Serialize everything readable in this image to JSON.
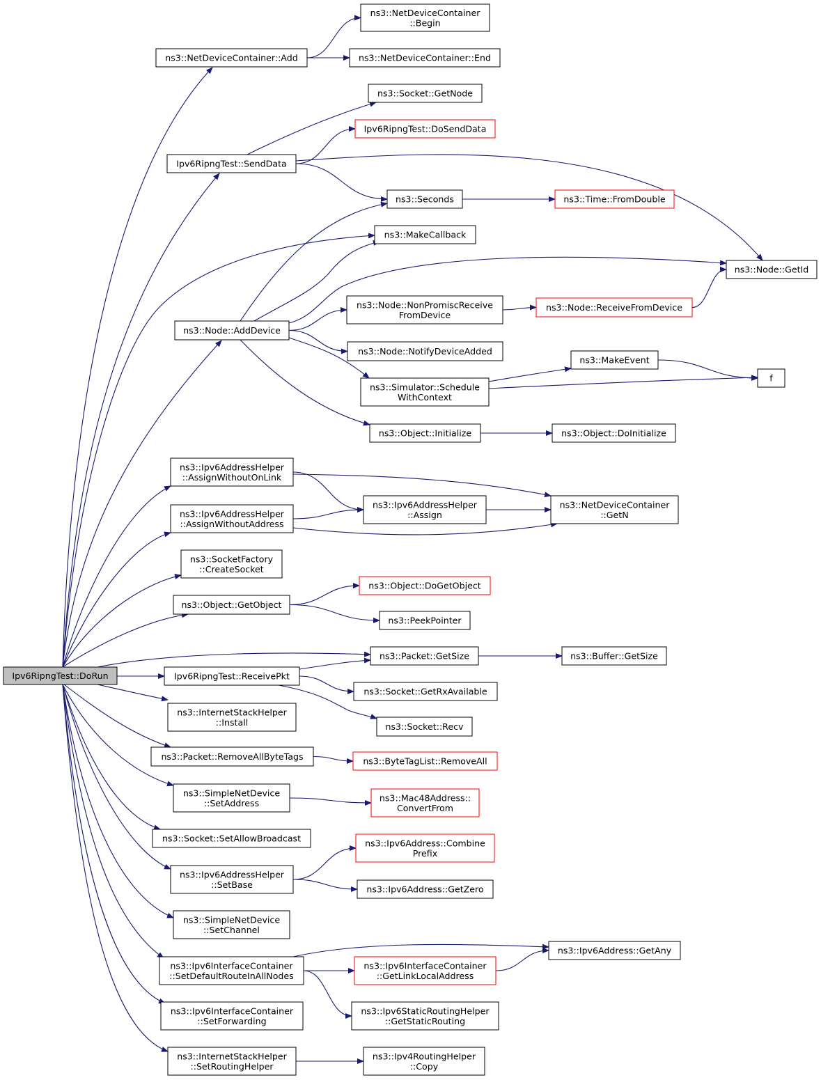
{
  "graph": {
    "root": "n0",
    "colors": {
      "edge": "#191970",
      "box": "#000000",
      "incomplete_box": "#ff0000",
      "root_fill": "#bfbfbf",
      "node_fill": "#ffffff"
    },
    "nodes": [
      {
        "id": "n0",
        "lines": [
          "Ipv6RipngTest::DoRun"
        ],
        "root": true
      },
      {
        "id": "n1",
        "lines": [
          "ns3::NetDeviceContainer::Add"
        ]
      },
      {
        "id": "n2",
        "lines": [
          "ns3::NetDeviceContainer",
          "::Begin"
        ]
      },
      {
        "id": "n3",
        "lines": [
          "ns3::NetDeviceContainer::End"
        ]
      },
      {
        "id": "n4",
        "lines": [
          "ns3::Socket::GetNode"
        ]
      },
      {
        "id": "n5",
        "lines": [
          "Ipv6RipngTest::DoSendData"
        ],
        "incomplete": true
      },
      {
        "id": "n6",
        "lines": [
          "Ipv6RipngTest::SendData"
        ]
      },
      {
        "id": "n7",
        "lines": [
          "ns3::Seconds"
        ]
      },
      {
        "id": "n8",
        "lines": [
          "ns3::Time::FromDouble"
        ],
        "incomplete": true
      },
      {
        "id": "n9",
        "lines": [
          "ns3::MakeCallback"
        ]
      },
      {
        "id": "n10",
        "lines": [
          "ns3::Node::GetId"
        ]
      },
      {
        "id": "n11",
        "lines": [
          "ns3::Node::NonPromiscReceive",
          "FromDevice"
        ]
      },
      {
        "id": "n12",
        "lines": [
          "ns3::Node::ReceiveFromDevice"
        ],
        "incomplete": true
      },
      {
        "id": "n13",
        "lines": [
          "ns3::Node::AddDevice"
        ]
      },
      {
        "id": "n14",
        "lines": [
          "ns3::Node::NotifyDeviceAdded"
        ]
      },
      {
        "id": "n15",
        "lines": [
          "ns3::MakeEvent"
        ]
      },
      {
        "id": "n16",
        "lines": [
          "f"
        ]
      },
      {
        "id": "n17",
        "lines": [
          "ns3::Simulator::Schedule",
          "WithContext"
        ]
      },
      {
        "id": "n18",
        "lines": [
          "ns3::Object::Initialize"
        ]
      },
      {
        "id": "n19",
        "lines": [
          "ns3::Object::DoInitialize"
        ]
      },
      {
        "id": "n20",
        "lines": [
          "ns3::Ipv6AddressHelper",
          "::AssignWithoutOnLink"
        ]
      },
      {
        "id": "n21",
        "lines": [
          "ns3::Ipv6AddressHelper",
          "::Assign"
        ]
      },
      {
        "id": "n22",
        "lines": [
          "ns3::NetDeviceContainer",
          "::GetN"
        ]
      },
      {
        "id": "n23",
        "lines": [
          "ns3::Ipv6AddressHelper",
          "::AssignWithoutAddress"
        ]
      },
      {
        "id": "n24",
        "lines": [
          "ns3::SocketFactory",
          "::CreateSocket"
        ]
      },
      {
        "id": "n25",
        "lines": [
          "ns3::Object::DoGetObject"
        ],
        "incomplete": true
      },
      {
        "id": "n26",
        "lines": [
          "ns3::Object::GetObject"
        ]
      },
      {
        "id": "n27",
        "lines": [
          "ns3::PeekPointer"
        ]
      },
      {
        "id": "n28",
        "lines": [
          "ns3::Packet::GetSize"
        ]
      },
      {
        "id": "n29",
        "lines": [
          "ns3::Buffer::GetSize"
        ]
      },
      {
        "id": "n30",
        "lines": [
          "Ipv6RipngTest::ReceivePkt"
        ]
      },
      {
        "id": "n31",
        "lines": [
          "ns3::Socket::GetRxAvailable"
        ]
      },
      {
        "id": "n32",
        "lines": [
          "ns3::Socket::Recv"
        ]
      },
      {
        "id": "n33",
        "lines": [
          "ns3::InternetStackHelper",
          "::Install"
        ]
      },
      {
        "id": "n34",
        "lines": [
          "ns3::Packet::RemoveAllByteTags"
        ]
      },
      {
        "id": "n35",
        "lines": [
          "ns3::ByteTagList::RemoveAll"
        ],
        "incomplete": true
      },
      {
        "id": "n36",
        "lines": [
          "ns3::SimpleNetDevice",
          "::SetAddress"
        ]
      },
      {
        "id": "n37",
        "lines": [
          "ns3::Mac48Address::",
          "ConvertFrom"
        ],
        "incomplete": true
      },
      {
        "id": "n38",
        "lines": [
          "ns3::Socket::SetAllowBroadcast"
        ]
      },
      {
        "id": "n39",
        "lines": [
          "ns3::Ipv6Address::Combine",
          "Prefix"
        ],
        "incomplete": true
      },
      {
        "id": "n40",
        "lines": [
          "ns3::Ipv6AddressHelper",
          "::SetBase"
        ]
      },
      {
        "id": "n41",
        "lines": [
          "ns3::Ipv6Address::GetZero"
        ]
      },
      {
        "id": "n42",
        "lines": [
          "ns3::SimpleNetDevice",
          "::SetChannel"
        ]
      },
      {
        "id": "n43",
        "lines": [
          "ns3::Ipv6Address::GetAny"
        ]
      },
      {
        "id": "n44",
        "lines": [
          "ns3::Ipv6InterfaceContainer",
          "::SetDefaultRouteInAllNodes"
        ]
      },
      {
        "id": "n45",
        "lines": [
          "ns3::Ipv6InterfaceContainer",
          "::GetLinkLocalAddress"
        ],
        "incomplete": true
      },
      {
        "id": "n46",
        "lines": [
          "ns3::Ipv6InterfaceContainer",
          "::SetForwarding"
        ]
      },
      {
        "id": "n47",
        "lines": [
          "ns3::Ipv6StaticRoutingHelper",
          "::GetStaticRouting"
        ]
      },
      {
        "id": "n48",
        "lines": [
          "ns3::InternetStackHelper",
          "::SetRoutingHelper"
        ]
      },
      {
        "id": "n49",
        "lines": [
          "ns3::Ipv4RoutingHelper",
          "::Copy"
        ]
      }
    ],
    "edges": [
      [
        "n0",
        "n1"
      ],
      [
        "n1",
        "n2"
      ],
      [
        "n1",
        "n3"
      ],
      [
        "n0",
        "n6"
      ],
      [
        "n6",
        "n4"
      ],
      [
        "n6",
        "n5"
      ],
      [
        "n6",
        "n7"
      ],
      [
        "n6",
        "n10"
      ],
      [
        "n7",
        "n8"
      ],
      [
        "n0",
        "n9"
      ],
      [
        "n0",
        "n13"
      ],
      [
        "n13",
        "n7"
      ],
      [
        "n13",
        "n9"
      ],
      [
        "n13",
        "n10"
      ],
      [
        "n13",
        "n11"
      ],
      [
        "n13",
        "n14"
      ],
      [
        "n13",
        "n17"
      ],
      [
        "n13",
        "n18"
      ],
      [
        "n11",
        "n12"
      ],
      [
        "n12",
        "n10"
      ],
      [
        "n17",
        "n15"
      ],
      [
        "n17",
        "n16"
      ],
      [
        "n15",
        "n16"
      ],
      [
        "n18",
        "n19"
      ],
      [
        "n0",
        "n20"
      ],
      [
        "n20",
        "n21"
      ],
      [
        "n20",
        "n22"
      ],
      [
        "n21",
        "n22"
      ],
      [
        "n0",
        "n23"
      ],
      [
        "n23",
        "n21"
      ],
      [
        "n23",
        "n22"
      ],
      [
        "n0",
        "n24"
      ],
      [
        "n0",
        "n26"
      ],
      [
        "n26",
        "n25"
      ],
      [
        "n26",
        "n27"
      ],
      [
        "n0",
        "n28"
      ],
      [
        "n28",
        "n29"
      ],
      [
        "n0",
        "n30"
      ],
      [
        "n30",
        "n28"
      ],
      [
        "n30",
        "n31"
      ],
      [
        "n30",
        "n32"
      ],
      [
        "n0",
        "n33"
      ],
      [
        "n0",
        "n34"
      ],
      [
        "n34",
        "n35"
      ],
      [
        "n0",
        "n36"
      ],
      [
        "n36",
        "n37"
      ],
      [
        "n0",
        "n38"
      ],
      [
        "n0",
        "n40"
      ],
      [
        "n40",
        "n39"
      ],
      [
        "n40",
        "n41"
      ],
      [
        "n0",
        "n42"
      ],
      [
        "n0",
        "n44"
      ],
      [
        "n44",
        "n43"
      ],
      [
        "n44",
        "n45"
      ],
      [
        "n44",
        "n47"
      ],
      [
        "n45",
        "n43"
      ],
      [
        "n0",
        "n46"
      ],
      [
        "n0",
        "n48"
      ],
      [
        "n48",
        "n49"
      ]
    ]
  }
}
